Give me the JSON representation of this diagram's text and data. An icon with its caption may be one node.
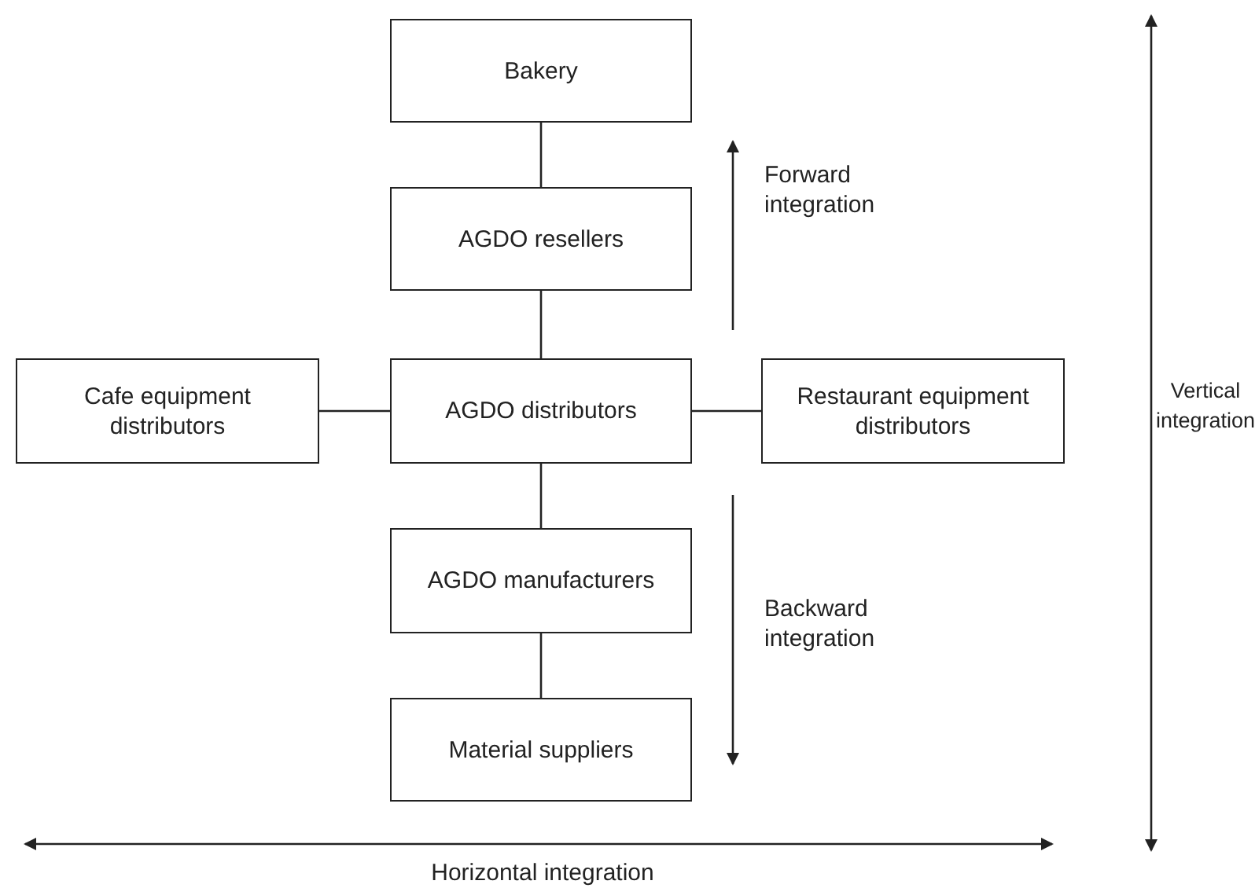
{
  "diagram": {
    "nodes": [
      {
        "text": [
          "Bakery"
        ]
      },
      {
        "text": [
          "AGDO resellers"
        ]
      },
      {
        "text": [
          "Cafe equipment distributors"
        ]
      },
      {
        "text": [
          "AGDO distributors"
        ]
      },
      {
        "text": [
          "Restaurant equipment distributors"
        ]
      },
      {
        "text": [
          "AGDO manufacturers"
        ]
      },
      {
        "text": [
          "Material suppliers"
        ]
      }
    ],
    "edges": [
      {
        "from": 0,
        "to": 1,
        "arrow": "none"
      },
      {
        "from": 1,
        "to": 3,
        "arrow": "none"
      },
      {
        "from": 2,
        "to": 3,
        "arrow": "none"
      },
      {
        "from": 3,
        "to": 4,
        "arrow": "none"
      },
      {
        "from": 3,
        "to": 5,
        "arrow": "none"
      },
      {
        "from": 5,
        "to": 6,
        "arrow": "none"
      }
    ],
    "labels": [
      "Forward integration",
      "Vertical integration",
      "Backward integration",
      "Horizontal integration"
    ]
  }
}
